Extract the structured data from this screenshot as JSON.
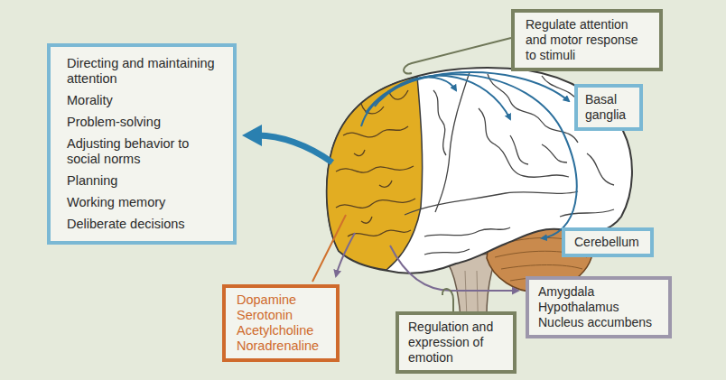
{
  "diagram": {
    "nodes": [
      {
        "text": [
          "Directing and maintaining attention",
          "Morality",
          "Problem-solving",
          "Adjusting behavior to social norms",
          "Planning",
          "Working memory",
          "Deliberate decisions"
        ]
      },
      {
        "text": [
          "Regulate attention and motor response to stimuli"
        ]
      },
      {
        "text": [
          "Basal ganglia"
        ]
      },
      {
        "text": [
          "Cerebellum"
        ]
      },
      {
        "text": [
          "Amygdala",
          "Hypothalamus",
          "Nucleus accumbens"
        ]
      },
      {
        "text": [
          "Regulation and expression of emotion"
        ]
      },
      {
        "text": [
          "Dopamine",
          "Serotonin",
          "Acetylcholine",
          "Noradrenaline"
        ]
      }
    ]
  }
}
